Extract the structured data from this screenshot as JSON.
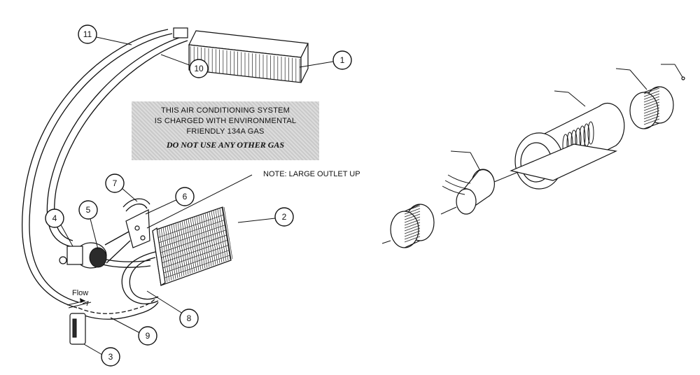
{
  "warning": {
    "lines": [
      "THIS AIR CONDITIONING SYSTEM",
      "IS CHARGED WITH ENVIRONMENTAL",
      "FRIENDLY 134A GAS"
    ],
    "emphasis": "DO NOT USE ANY OTHER GAS"
  },
  "note": "NOTE: LARGE OUTLET UP",
  "flow_label": "Flow",
  "callouts": [
    "1",
    "2",
    "3",
    "4",
    "5",
    "6",
    "7",
    "8",
    "9",
    "10",
    "11"
  ]
}
